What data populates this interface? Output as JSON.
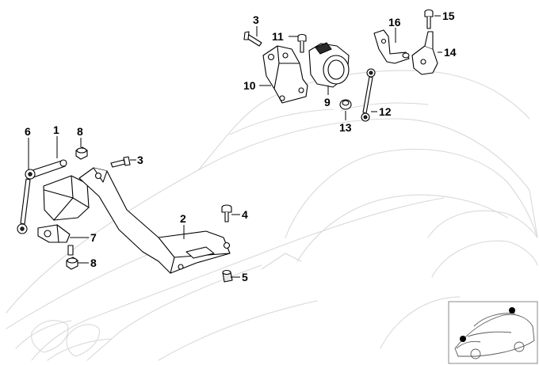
{
  "callouts": {
    "c1": "1",
    "c2": "2",
    "c3a": "3",
    "c3b": "3",
    "c4": "4",
    "c5": "5",
    "c6": "6",
    "c7": "7",
    "c8a": "8",
    "c8b": "8",
    "c9": "9",
    "c10": "10",
    "c11": "11",
    "c12": "12",
    "c13": "13",
    "c14": "14",
    "c15": "15",
    "c16": "16"
  }
}
